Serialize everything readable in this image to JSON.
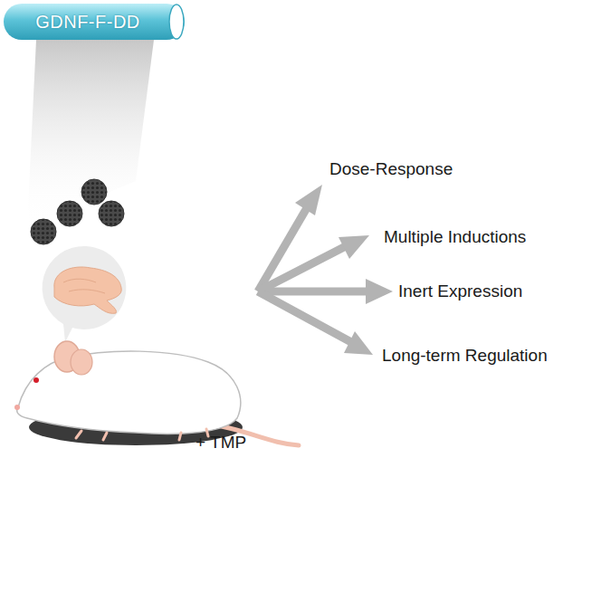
{
  "diagram": {
    "nodes": [
      {
        "text": [
          "GDNF-F-DD"
        ]
      }
    ],
    "edges": [],
    "labels": [
      "+ TMP",
      "Dose-Response",
      "Multiple Inductions",
      "Inert Expression",
      "Long-term Regulation"
    ]
  }
}
